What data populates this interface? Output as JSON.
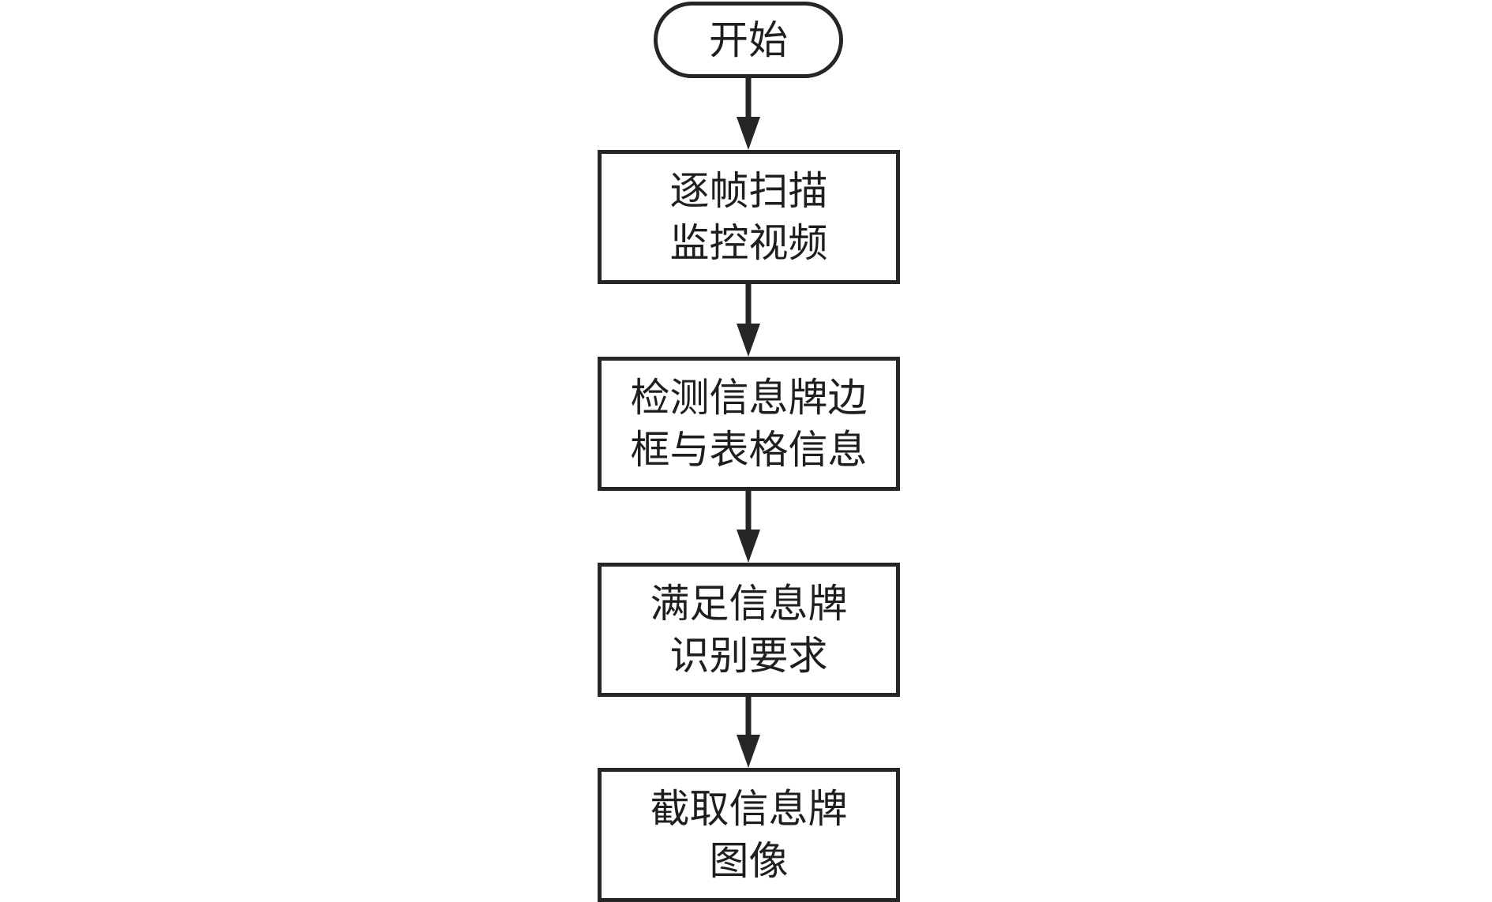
{
  "flowchart": {
    "nodes": [
      {
        "id": "start",
        "label": "开始"
      },
      {
        "id": "scan",
        "label": "逐帧扫描\n监控视频"
      },
      {
        "id": "detect",
        "label": "检测信息牌边\n框与表格信息"
      },
      {
        "id": "check",
        "label": "满足信息牌\n识别要求"
      },
      {
        "id": "crop",
        "label": "截取信息牌\n图像"
      }
    ],
    "edges": [
      {
        "from": "start",
        "to": "scan"
      },
      {
        "from": "scan",
        "to": "detect"
      },
      {
        "from": "detect",
        "to": "check"
      },
      {
        "from": "check",
        "to": "crop"
      }
    ],
    "colors": {
      "stroke": "#262626",
      "fill": "#ffffff",
      "text": "#1e1e1e"
    }
  }
}
